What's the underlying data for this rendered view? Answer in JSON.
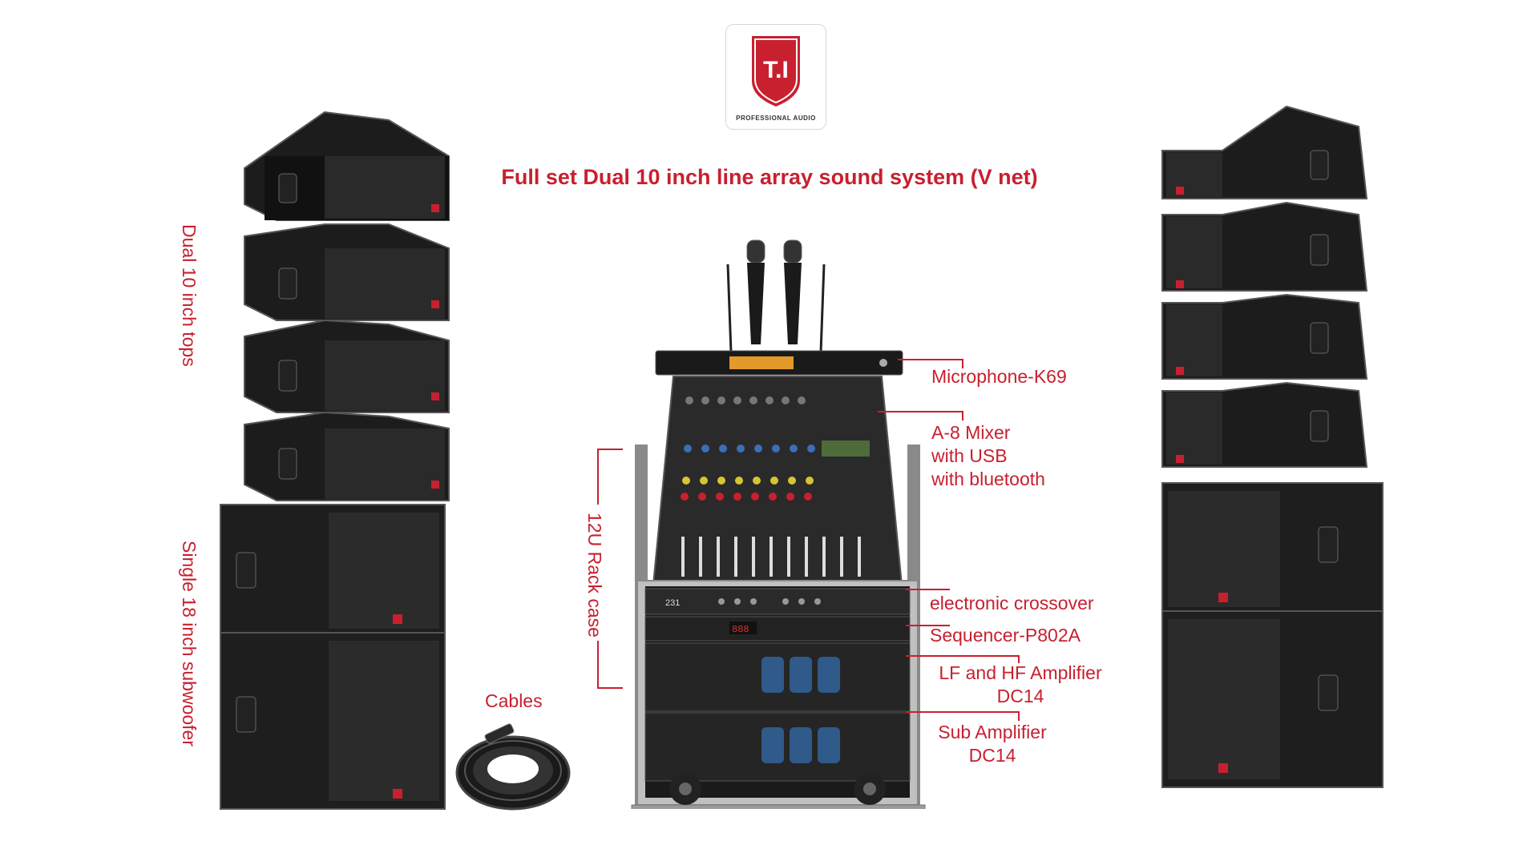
{
  "brand": {
    "logo_text": "T.I",
    "logo_subtext": "PROFESSIONAL AUDIO",
    "color": "#c8202f"
  },
  "title": "Full set Dual 10 inch line array sound system (V net)",
  "left_labels": {
    "tops": "Dual 10 inch tops",
    "sub": "Single 18 inch subwoofer"
  },
  "rack_label": "12U Rack case",
  "cables_label": "Cables",
  "callouts": [
    {
      "id": "mic",
      "lines": [
        "Microphone-K69"
      ]
    },
    {
      "id": "mixer",
      "lines": [
        "A-8 Mixer",
        "with USB",
        "with bluetooth"
      ]
    },
    {
      "id": "crossover",
      "lines": [
        "electronic crossover"
      ]
    },
    {
      "id": "sequencer",
      "lines": [
        "Sequencer-P802A"
      ]
    },
    {
      "id": "lfhf",
      "lines": [
        "LF and HF Amplifier",
        "DC14"
      ]
    },
    {
      "id": "subamp",
      "lines": [
        "Sub Amplifier",
        "DC14"
      ]
    }
  ],
  "device_text": {
    "crossover_display": "231",
    "sequencer_display": "888"
  }
}
